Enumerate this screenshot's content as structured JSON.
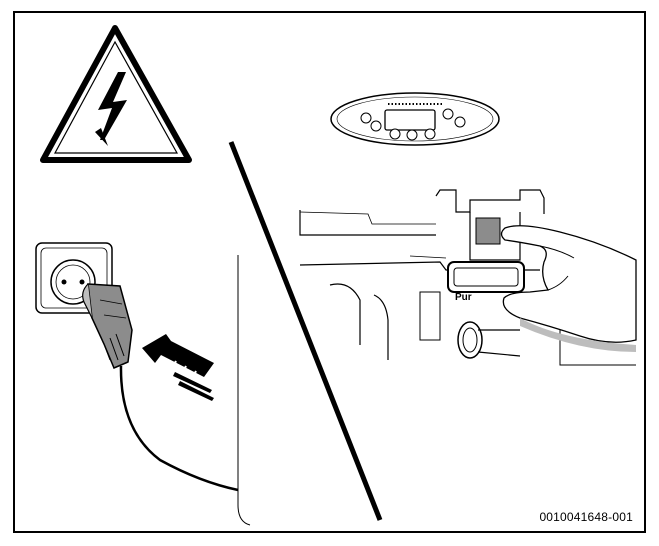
{
  "figure": {
    "id_label": "0010041648-001",
    "panel_text": "Pur"
  },
  "icons": {
    "warning": "high-voltage-warning-triangle",
    "socket": "wall-socket",
    "plug": "power-plug-with-cable",
    "arrow": "insert-arrow",
    "control_panel": "boiler-control-panel",
    "hand": "hand-pressing-cover"
  },
  "colors": {
    "stroke": "#000000",
    "background": "#ffffff",
    "plug_fill": "#8c8c8c",
    "panel_window": "#9a9a9a",
    "hand_shadow": "#bdbdbd"
  }
}
